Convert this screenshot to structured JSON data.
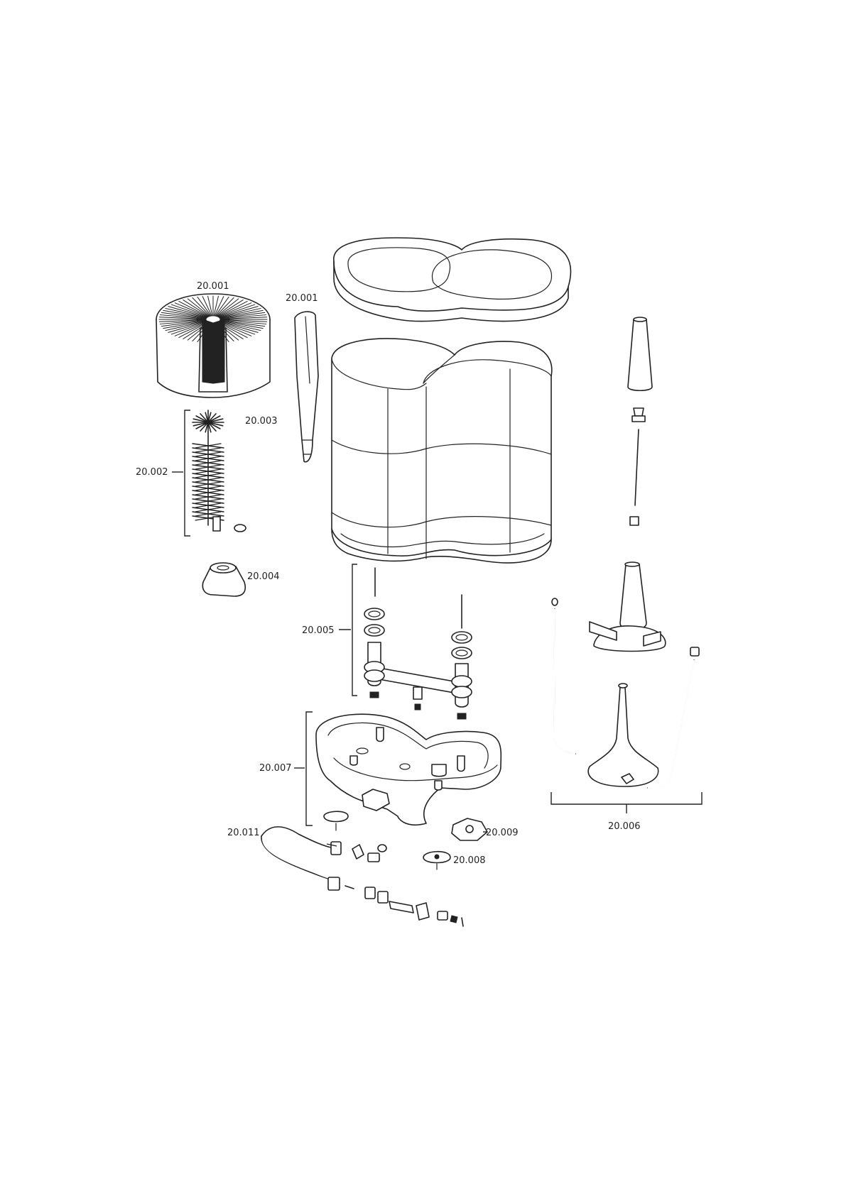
{
  "labels": {
    "brush_cylinder": "20.001",
    "spout": "20.001",
    "brush_assembly": "20.002",
    "brush_head": "20.003",
    "brush_base": "20.004",
    "valve_assembly": "20.005",
    "pump_assembly": "20.006",
    "base_tray": "20.007",
    "foot": "20.008",
    "foot_star": "20.009",
    "hose": "20.011"
  }
}
